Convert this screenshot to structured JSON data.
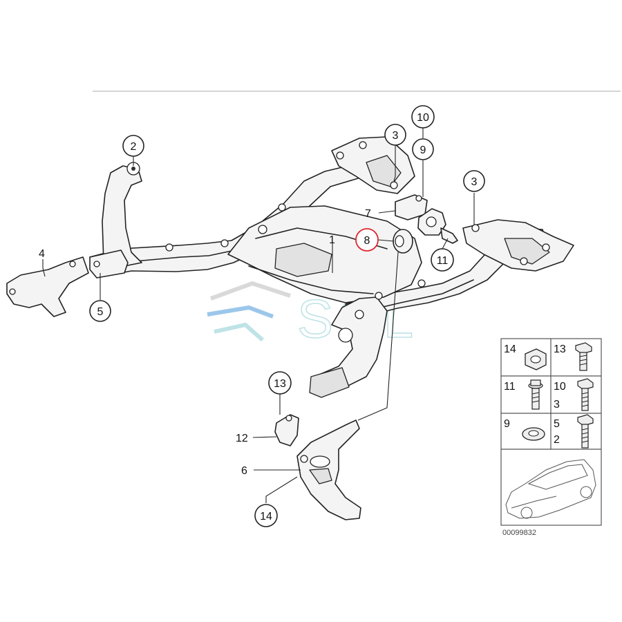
{
  "diagram": {
    "callouts": {
      "c1": "1",
      "c2": "2",
      "c3a": "3",
      "c3b": "3",
      "c4": "4",
      "c5": "5",
      "c6": "6",
      "c7": "7",
      "c8": "8",
      "c9": "9",
      "c10": "10",
      "c11": "11",
      "c12": "12",
      "c13": "13",
      "c14": "14"
    },
    "highlight_color": "#e0262e",
    "watermark": "SQL"
  },
  "hardware_table": {
    "cells": {
      "r1a": "14",
      "r1b": "13",
      "r2a": "11",
      "r2b1": "10",
      "r2b2": "3",
      "r3a": "9",
      "r3b1": "5",
      "r3b2": "2"
    }
  },
  "reference_number": "00099832"
}
